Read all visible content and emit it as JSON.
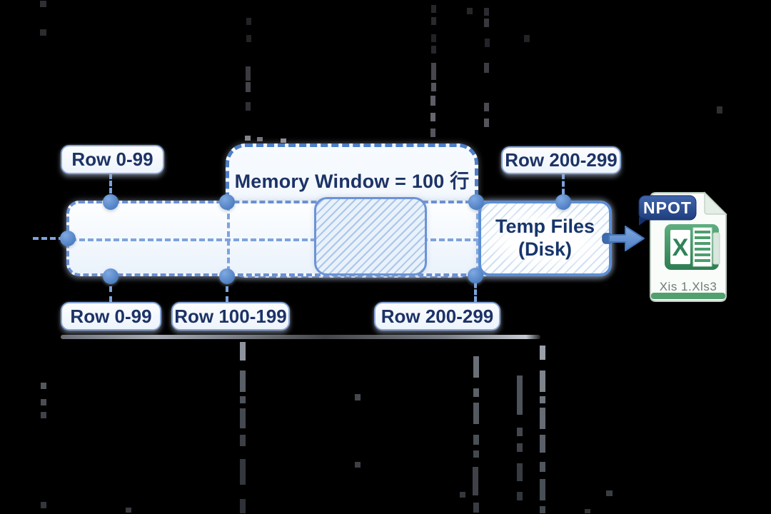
{
  "diagram": {
    "memory_window": {
      "label": "Memory Window = 100 行"
    },
    "temp_files": {
      "line1": "Temp Files",
      "line2": "(Disk)"
    },
    "row_chips": {
      "top_left": "Row 0-99",
      "top_right": "Row 200-299",
      "bottom_left": "Row 0-99",
      "bottom_middle": "Row 100-199",
      "bottom_right": "Row 200-299"
    },
    "file_icon": {
      "badge": "NPOT",
      "app_letter": "X",
      "filename": "Xis 1.Xls3"
    },
    "colors": {
      "background": "#000000",
      "band_dashed_border": "#6b90d2",
      "memory_window_border": "#4d7ec6",
      "connector_dash": "#7da3dc",
      "junction_dot": "#5585c8",
      "text_navy": "#1d3366",
      "solid_box_border": "#5b8fd6",
      "hatch_stripe": "#aac6e8",
      "arrow_blue": "#5e8fd2",
      "badge_navy": "#24478c",
      "excel_green": "#3f9464",
      "filename_text": "#6d7d72"
    }
  }
}
